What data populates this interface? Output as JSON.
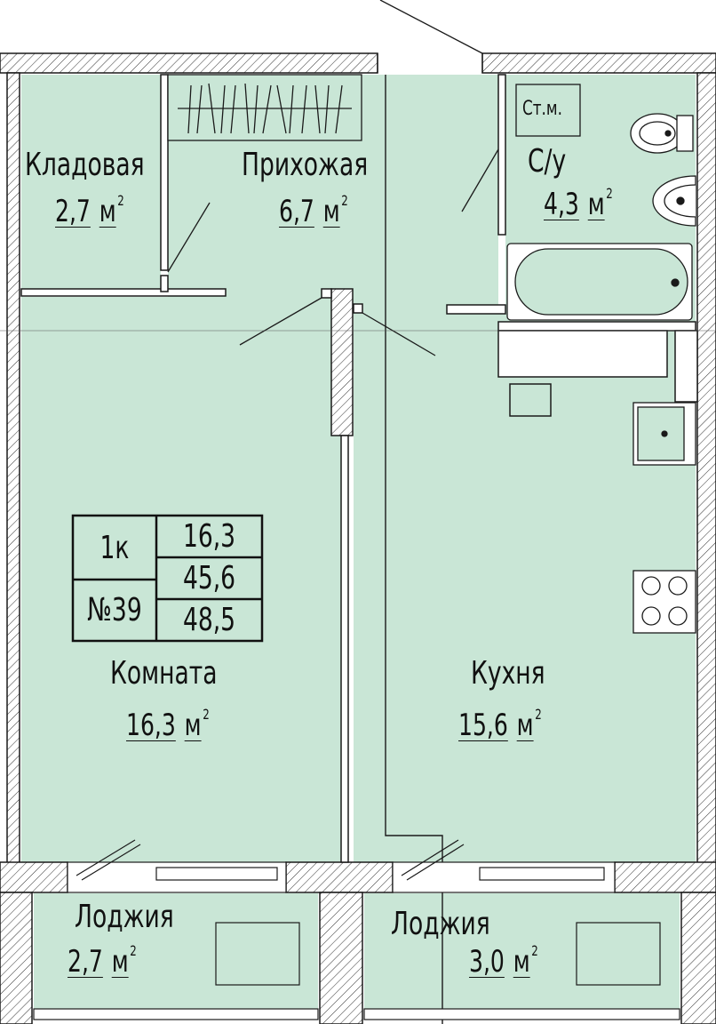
{
  "rooms": {
    "storage": {
      "name": "Кладовая",
      "area": "2,7",
      "unit": "м",
      "unit_power": "2"
    },
    "hall": {
      "name": "Прихожая",
      "area": "6,7",
      "unit": "м",
      "unit_power": "2"
    },
    "bathroom": {
      "name": "С/у",
      "area": "4,3",
      "unit": "м",
      "unit_power": "2",
      "riser_label": "Ст.м."
    },
    "room": {
      "name": "Комната",
      "area": "16,3",
      "unit": "м",
      "unit_power": "2"
    },
    "kitchen": {
      "name": "Кухня",
      "area": "15,6",
      "unit": "м",
      "unit_power": "2"
    },
    "loggia_left": {
      "name": "Лоджия",
      "area": "2,7",
      "unit": "м",
      "unit_power": "2"
    },
    "loggia_right": {
      "name": "Лоджия",
      "area": "3,0",
      "unit": "м",
      "unit_power": "2"
    }
  },
  "summary_table": {
    "type": "1к",
    "number": "№39",
    "living_area": "16,3",
    "total_area": "45,6",
    "total_with_loggia": "48,5"
  },
  "colors": {
    "room_fill": "#c9e6d6",
    "wall_line": "#1a1a1a",
    "hatch": "#333333"
  }
}
